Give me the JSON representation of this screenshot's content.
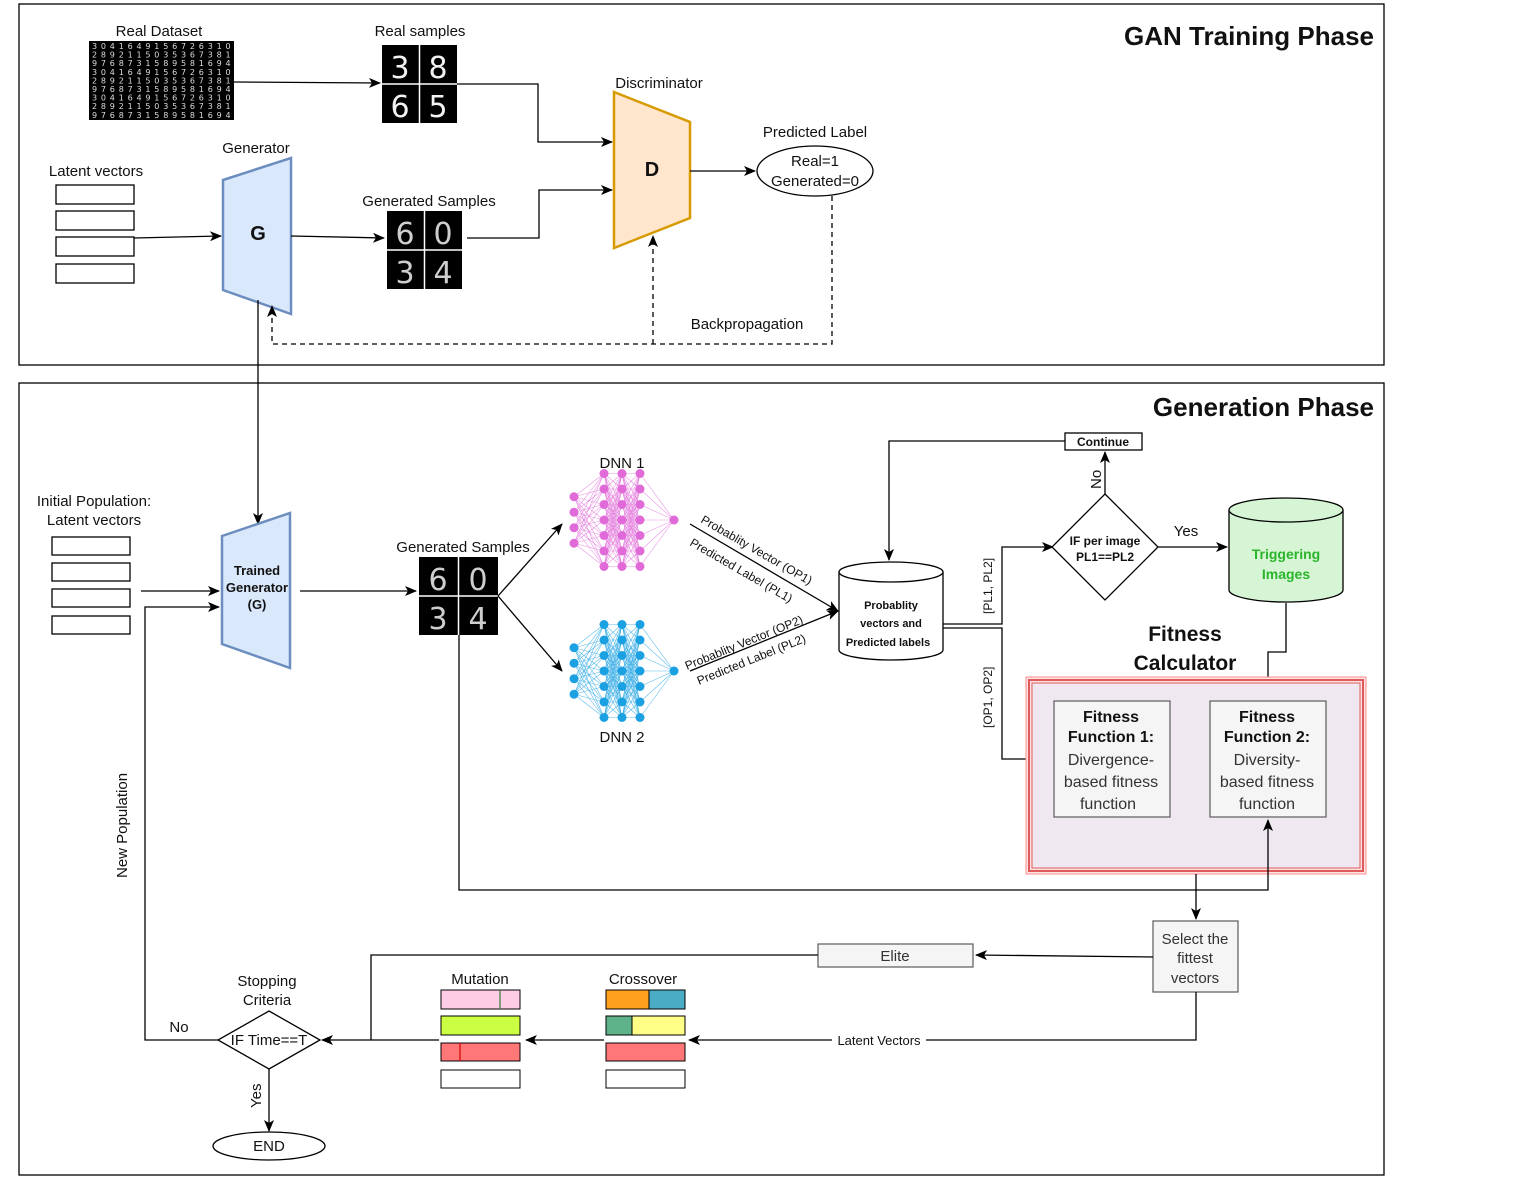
{
  "gan_phase": {
    "title": "GAN Training Phase",
    "real_dataset_label": "Real Dataset",
    "real_samples_label": "Real samples",
    "real_digits": [
      "3",
      "8",
      "6",
      "5"
    ],
    "discriminator_label": "Discriminator",
    "discriminator_symbol": "D",
    "predicted_label_title": "Predicted Label",
    "predicted_real": "Real=1",
    "predicted_generated": "Generated=0",
    "generator_label": "Generator",
    "generator_symbol": "G",
    "latent_vectors_label": "Latent vectors",
    "generated_samples_label": "Generated Samples",
    "generated_digits": [
      "6",
      "0",
      "3",
      "4"
    ],
    "backprop_label": "Backpropagation"
  },
  "gen_phase": {
    "title": "Generation Phase",
    "initial_population_line1": "Initial  Population:",
    "initial_population_line2": "Latent vectors",
    "trained_generator_line1": "Trained",
    "trained_generator_line2": "Generator",
    "trained_generator_line3": "(G)",
    "generated_samples_label": "Generated Samples",
    "dnn1_label": "DNN 1",
    "dnn2_label": "DNN 2",
    "prob_vector_op1": "Probablity Vector (OP1)",
    "pred_label_pl1": "Predicted Label (PL1)",
    "prob_vector_op2": "Probablity Vector (OP2)",
    "pred_label_pl2": "Predicted Label (PL2)",
    "db_line1": "Probablity",
    "db_line2": "vectors and",
    "db_line3": "Predicted labels",
    "pl_edge": "[PL1, PL2]",
    "op_edge": "[OP1, OP2]",
    "continue_label": "Continue",
    "no_label": "No",
    "yes_label": "Yes",
    "if_line1": "IF per image",
    "if_line2": "PL1==PL2",
    "triggering_line1": "Triggering",
    "triggering_line2": "Images",
    "fitness_calc_line1": "Fitness",
    "fitness_calc_line2": "Calculator",
    "ff1_line1": "Fitness",
    "ff1_line2": "Function 1:",
    "ff1_line3": "Divergence-",
    "ff1_line4": "based fitness",
    "ff1_line5": "function",
    "ff2_line1": "Fitness",
    "ff2_line2": "Function 2:",
    "ff2_line3": "Diversity-",
    "ff2_line4": "based fitness",
    "ff2_line5": "function",
    "select_line1": "Select the",
    "select_line2": "fittest",
    "select_line3": "vectors",
    "elite_label": "Elite",
    "latent_vectors_edge": "Latent Vectors",
    "crossover_label": "Crossover",
    "mutation_label": "Mutation",
    "stopping_line1": "Stopping",
    "stopping_line2": "Criteria",
    "if_time": "IF Time==T",
    "stop_no": "No",
    "stop_yes": "Yes",
    "end_label": "END",
    "new_population_label": "New Population"
  },
  "colors": {
    "generator_fill": "#dae8fc",
    "generator_stroke": "#6c8ebf",
    "discriminator_fill": "#ffe6cc",
    "discriminator_stroke": "#d79b00",
    "dnn1_node": "#e06ad8",
    "dnn2_node": "#1ba1e2",
    "trigger_fill": "#d5f5d5",
    "trigger_text": "#2bb52b",
    "fitness_border": "#e05a5a",
    "fitness_fill": "#efe8f0",
    "orange": "#ffa01e",
    "teal": "#4bacc6",
    "green_block": "#5fb38a",
    "yellow": "#ffff88",
    "red": "#ff7777",
    "pink": "#ffcce6",
    "lime": "#ccff44"
  }
}
